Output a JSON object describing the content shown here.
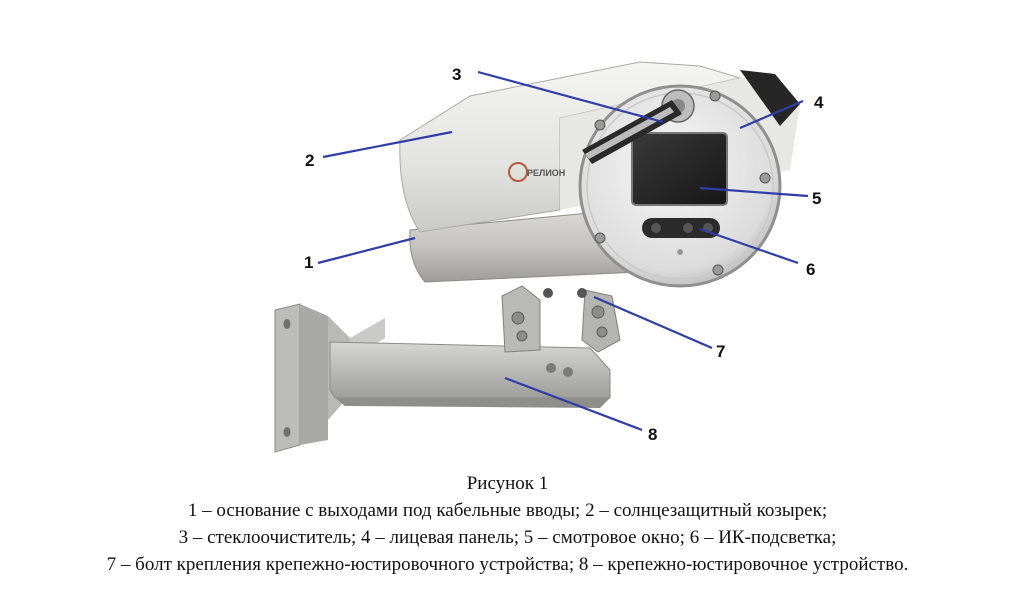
{
  "figure": {
    "brand_logo": "РЕЛИОН",
    "callouts": [
      "1",
      "2",
      "3",
      "4",
      "5",
      "6",
      "7",
      "8"
    ],
    "leader_color": "#2f3da8"
  },
  "caption": {
    "title": "Рисунок 1",
    "line1": "1 – основание с выходами под кабельные вводы; 2 – солнцезащитный козырек;",
    "line2": "3 – стеклоочиститель; 4 – лицевая панель; 5 – смотровое окно; 6 – ИК-подсветка;",
    "line3": "7 – болт крепления крепежно-юстировочного устройства; 8 – крепежно-юстировочное устройство."
  }
}
